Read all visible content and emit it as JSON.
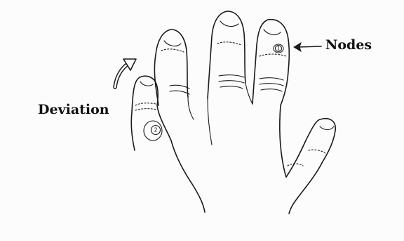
{
  "labels": {
    "deviation": "Deviation",
    "nodes": "Nodes"
  },
  "node_markers": {
    "node_1": "1",
    "node_2": "2"
  },
  "colors": {
    "ink": "#1a1a1a",
    "paper": "#fcfcfc"
  },
  "icons": {
    "curved_arrow": "curved-arrow-icon",
    "pointer_arrow": "left-arrow-icon"
  }
}
